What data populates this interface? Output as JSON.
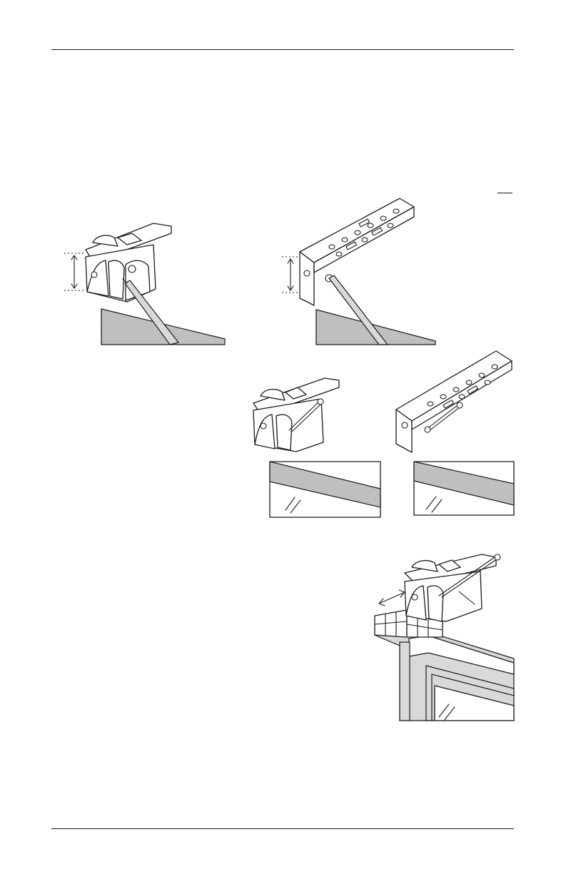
{
  "page": {
    "figures": [
      {
        "id": "mark-clip-bracket",
        "icons": [
          "clip-bracket-icon",
          "pencil-icon",
          "height-arrow-icon",
          "window-frame-icon"
        ]
      },
      {
        "id": "mark-angle-bracket",
        "icons": [
          "angle-bracket-icon",
          "pencil-icon",
          "height-arrow-icon",
          "window-frame-icon"
        ]
      },
      {
        "id": "screw-clip-bracket",
        "icons": [
          "clip-bracket-icon",
          "screw-icon",
          "window-icon"
        ]
      },
      {
        "id": "screw-angle-bracket",
        "icons": [
          "angle-bracket-icon",
          "screw-icon",
          "window-icon"
        ]
      },
      {
        "id": "ceiling-mount",
        "icons": [
          "clip-bracket-icon",
          "screw-icon",
          "depth-arrow-icon",
          "window-casing-icon"
        ]
      }
    ],
    "colors": {
      "line": "#1a1a1a",
      "frame_gray": "#bfbfbf",
      "casing_gray": "#d9d9d9",
      "background": "#ffffff"
    }
  }
}
